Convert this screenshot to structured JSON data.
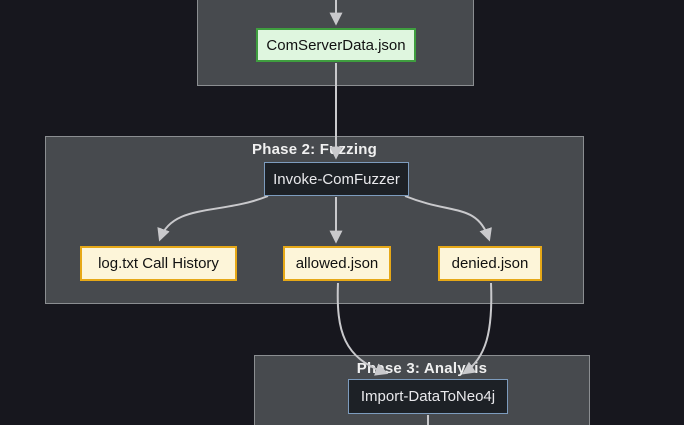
{
  "diagram": {
    "clusters": [
      {
        "id": "phase1",
        "label": ""
      },
      {
        "id": "phase2",
        "label": "Phase 2: Fuzzing"
      },
      {
        "id": "phase3",
        "label": "Phase 3: Analysis"
      }
    ],
    "nodes": [
      {
        "id": "ComServerData",
        "label": "ComServerData.json",
        "style": "green"
      },
      {
        "id": "InvokeComFuzzer",
        "label": "Invoke-ComFuzzer",
        "style": "dark"
      },
      {
        "id": "LogTxt",
        "label": "log.txt Call History",
        "style": "gold"
      },
      {
        "id": "AllowedJson",
        "label": "allowed.json",
        "style": "gold"
      },
      {
        "id": "DeniedJson",
        "label": "denied.json",
        "style": "gold"
      },
      {
        "id": "ImportDataToNeo4j",
        "label": "Import-DataToNeo4j",
        "style": "dark"
      }
    ],
    "edges": [
      {
        "from": "offscreen-top",
        "to": "ComServerData.json"
      },
      {
        "from": "ComServerData.json",
        "to": "Invoke-ComFuzzer"
      },
      {
        "from": "Invoke-ComFuzzer",
        "to": "log.txt Call History"
      },
      {
        "from": "Invoke-ComFuzzer",
        "to": "allowed.json"
      },
      {
        "from": "Invoke-ComFuzzer",
        "to": "denied.json"
      },
      {
        "from": "allowed.json",
        "to": "Import-DataToNeo4j"
      },
      {
        "from": "denied.json",
        "to": "Import-DataToNeo4j"
      },
      {
        "from": "Import-DataToNeo4j",
        "to": "offscreen-bottom"
      }
    ],
    "colors": {
      "background": "#17171e",
      "cluster_fill": "#474a4e",
      "cluster_border": "#8b8e91",
      "cluster_title": "#f0f0f0",
      "edge": "#c9c9cc",
      "node_green_fill": "#dff6df",
      "node_green_border": "#3f9e3f",
      "node_gold_fill": "#fdf5d9",
      "node_gold_border": "#e6a817",
      "node_dark_fill": "#1d2126",
      "node_dark_border": "#7d9cbe",
      "node_dark_text": "#e9e9ec",
      "node_light_text": "#111111"
    }
  }
}
